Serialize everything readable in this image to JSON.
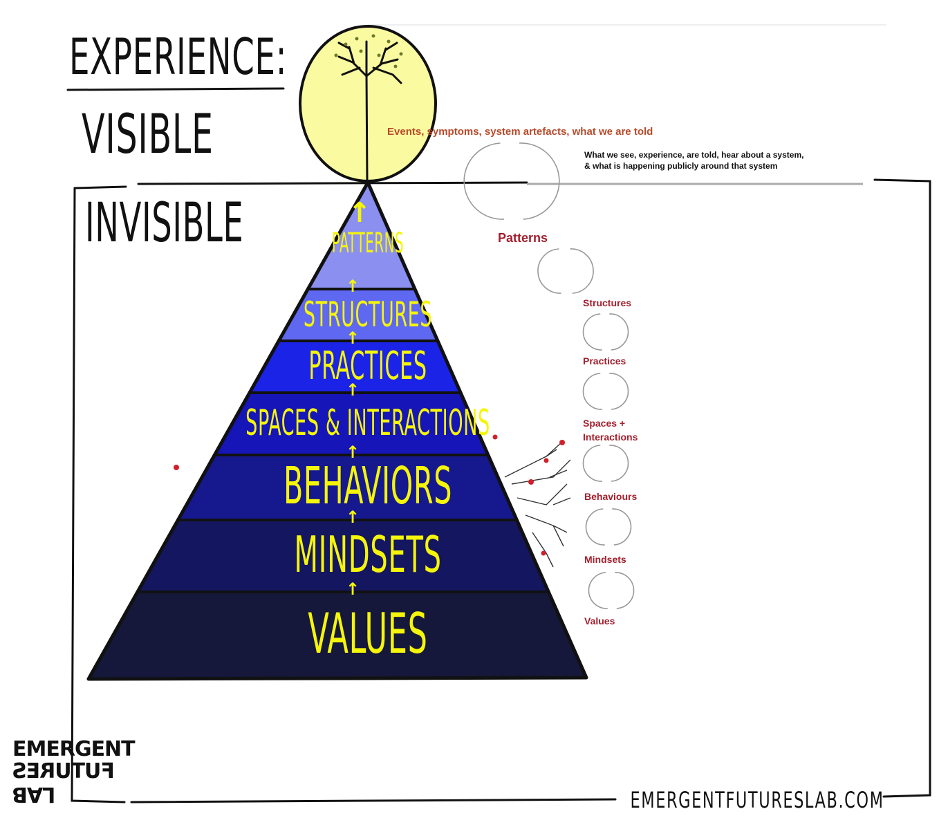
{
  "headers": {
    "experience": "EXPERIENCE:",
    "visible": "VISIBLE",
    "invisible": "INVISIBLE"
  },
  "pyramid": {
    "layers": [
      {
        "label": "PATTERNS",
        "color": "#8a8ff0"
      },
      {
        "label": "STRUCTURES",
        "color": "#5f68f0"
      },
      {
        "label": "PRACTICES",
        "color": "#1b24e6"
      },
      {
        "label": "SPACES & INTERACTIONS",
        "color": "#1515b8"
      },
      {
        "label": "BEHAVIORS",
        "color": "#16188e"
      },
      {
        "label": "MINDSETS",
        "color": "#141660"
      },
      {
        "label": "VALUES",
        "color": "#15183a"
      }
    ],
    "label_color": "#f5f50a",
    "arrow_glyph": "↑"
  },
  "right_model": {
    "top_label": "Events, symptoms, system artefacts, what we are told",
    "top_note_line1": "What we see, experience, are told, hear about a system,",
    "top_note_line2": "& what is happening publicly around that system",
    "patterns": "Patterns",
    "structures": "Structures",
    "practices": "Practices",
    "spaces_line1": "Spaces +",
    "spaces_line2": "Interactions",
    "behaviours": "Behaviours",
    "mindsets": "Mindsets",
    "values": "Values",
    "label_color": "#a3202e"
  },
  "footer": {
    "website": "EMERGENTFUTURESLAB.COM",
    "logo_line1": "EMERGENT",
    "logo_line2": "FUTURES",
    "logo_line3": "LAB"
  },
  "colors": {
    "circle_fill": "#fafaa0",
    "ink": "#111111"
  }
}
